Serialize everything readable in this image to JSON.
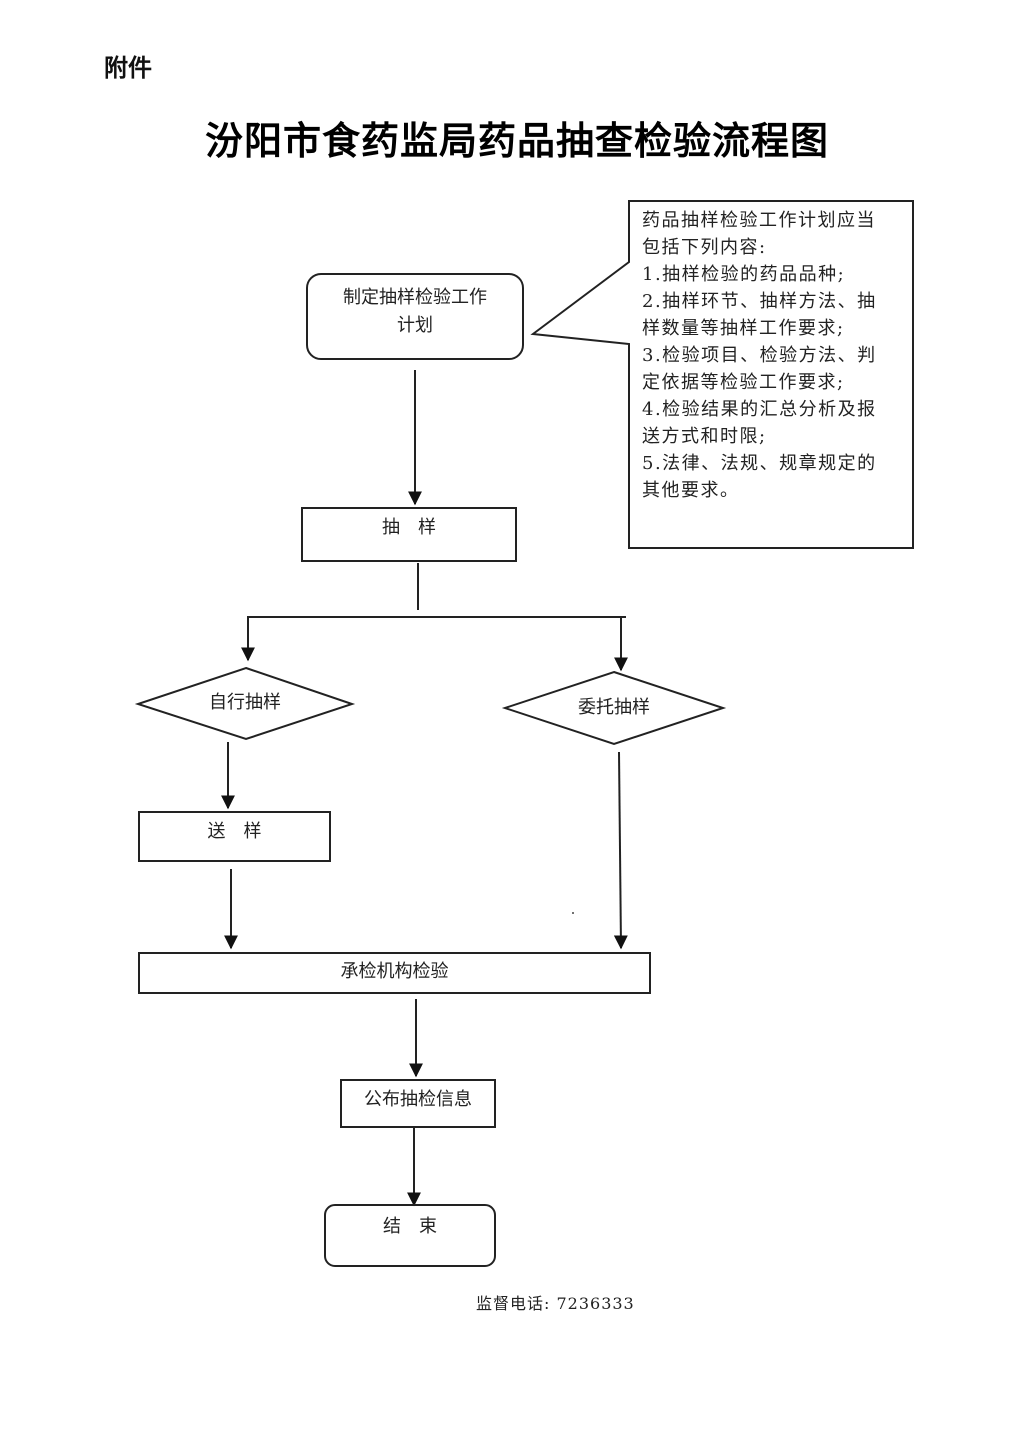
{
  "header": {
    "attachment_label": "附件",
    "title": "汾阳市食药监局药品抽查检验流程图"
  },
  "nodes": {
    "plan": {
      "line1": "制定抽样检验工作",
      "line2": "计划"
    },
    "sampling": "抽　样",
    "self_sampling": "自行抽样",
    "entrusted_sampling": "委托抽样",
    "send_sample": "送　样",
    "inspection": "承检机构检验",
    "publish": "公布抽检信息",
    "end": "结　束"
  },
  "note": {
    "lines": [
      "药品抽样检验工作计划应当",
      "包括下列内容:",
      "1.抽样检验的药品品种;",
      "2.抽样环节、抽样方法、抽",
      "样数量等抽样工作要求;",
      "3.检验项目、检验方法、判",
      "定依据等检验工作要求;",
      "4.检验结果的汇总分析及报",
      "送方式和时限;",
      "5.法律、法规、规章规定的",
      "其他要求。"
    ]
  },
  "footer": {
    "supervision_phone": "监督电话: 7236333"
  }
}
